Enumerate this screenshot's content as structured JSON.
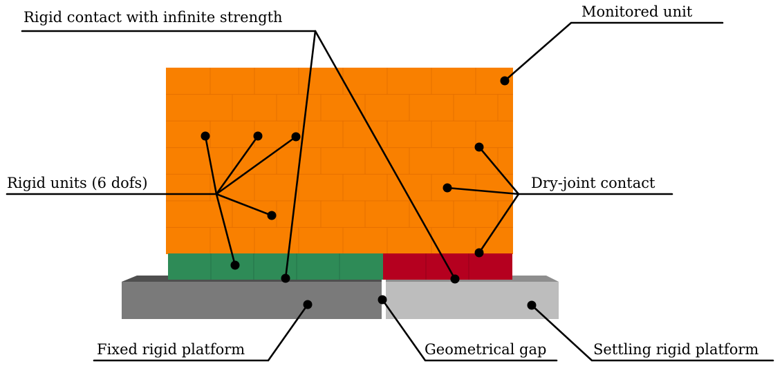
{
  "labels": {
    "rigid_contact": "Rigid contact with infinite strength",
    "monitored_unit": "Monitored unit",
    "rigid_units": "Rigid units (6 dofs)",
    "dry_joint": "Dry-joint contact",
    "fixed_platform": "Fixed rigid platform",
    "geometrical_gap": "Geometrical gap",
    "settling_platform": "Settling rigid platform"
  },
  "colors": {
    "masonry": "#f98000",
    "masonry_joint": "#e56f00",
    "base_left": "#2e8b57",
    "base_right": "#b5001f",
    "platform_fixed": "#7a7a7a",
    "platform_fixed_top": "#4f4f4f",
    "platform_settling": "#bdbdbd",
    "platform_settling_top": "#8e8e8e",
    "ink": "#000000"
  }
}
